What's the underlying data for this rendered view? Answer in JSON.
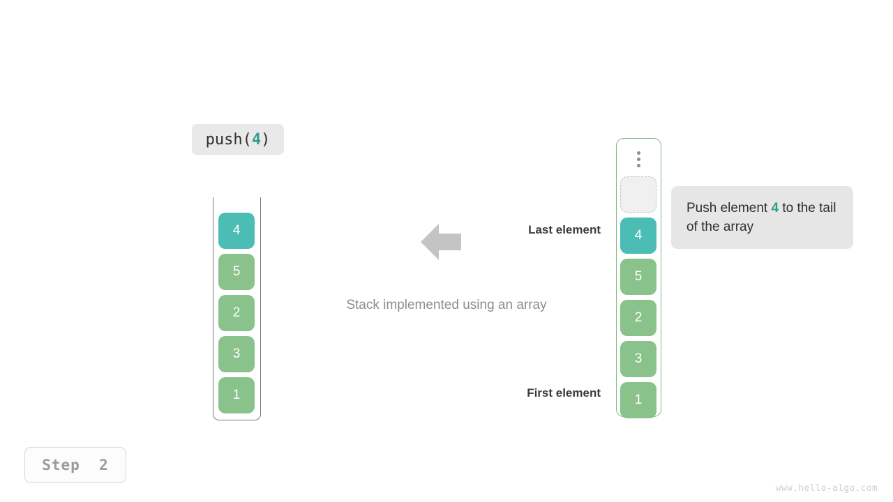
{
  "operation": {
    "prefix": "push(",
    "argument": "4",
    "suffix": ")"
  },
  "stack": {
    "title": "stack-container",
    "cells": [
      {
        "value": "4",
        "color": "teal"
      },
      {
        "value": "5",
        "color": "green"
      },
      {
        "value": "2",
        "color": "green"
      },
      {
        "value": "3",
        "color": "green"
      },
      {
        "value": "1",
        "color": "green"
      }
    ]
  },
  "array": {
    "title": "array-container",
    "ellipsis": "vertical-ellipsis",
    "empty_slot_label": "",
    "cells": [
      {
        "value": "4",
        "color": "teal"
      },
      {
        "value": "5",
        "color": "green"
      },
      {
        "value": "2",
        "color": "green"
      },
      {
        "value": "3",
        "color": "green"
      },
      {
        "value": "1",
        "color": "green"
      }
    ]
  },
  "annotations": {
    "last_element": "Last element",
    "first_element": "First element",
    "caption": "Stack implemented using an array",
    "arrow": "left-arrow-icon"
  },
  "tooltip": {
    "text_before": "Push element ",
    "accent": "4",
    "text_after": " to the tail of the array"
  },
  "step": {
    "label": "Step  2"
  },
  "watermark": {
    "text": "www.hello-algo.com"
  },
  "colors": {
    "teal": "#4cbdb4",
    "green": "#8ac28c",
    "accent_text": "#2f9e8f",
    "array_border": "#7cb97f",
    "stack_border": "#7a7a7a",
    "arrow": "#c4c4c4",
    "label_bg": "#e9e9e9",
    "tooltip_bg": "#e6e6e6"
  }
}
